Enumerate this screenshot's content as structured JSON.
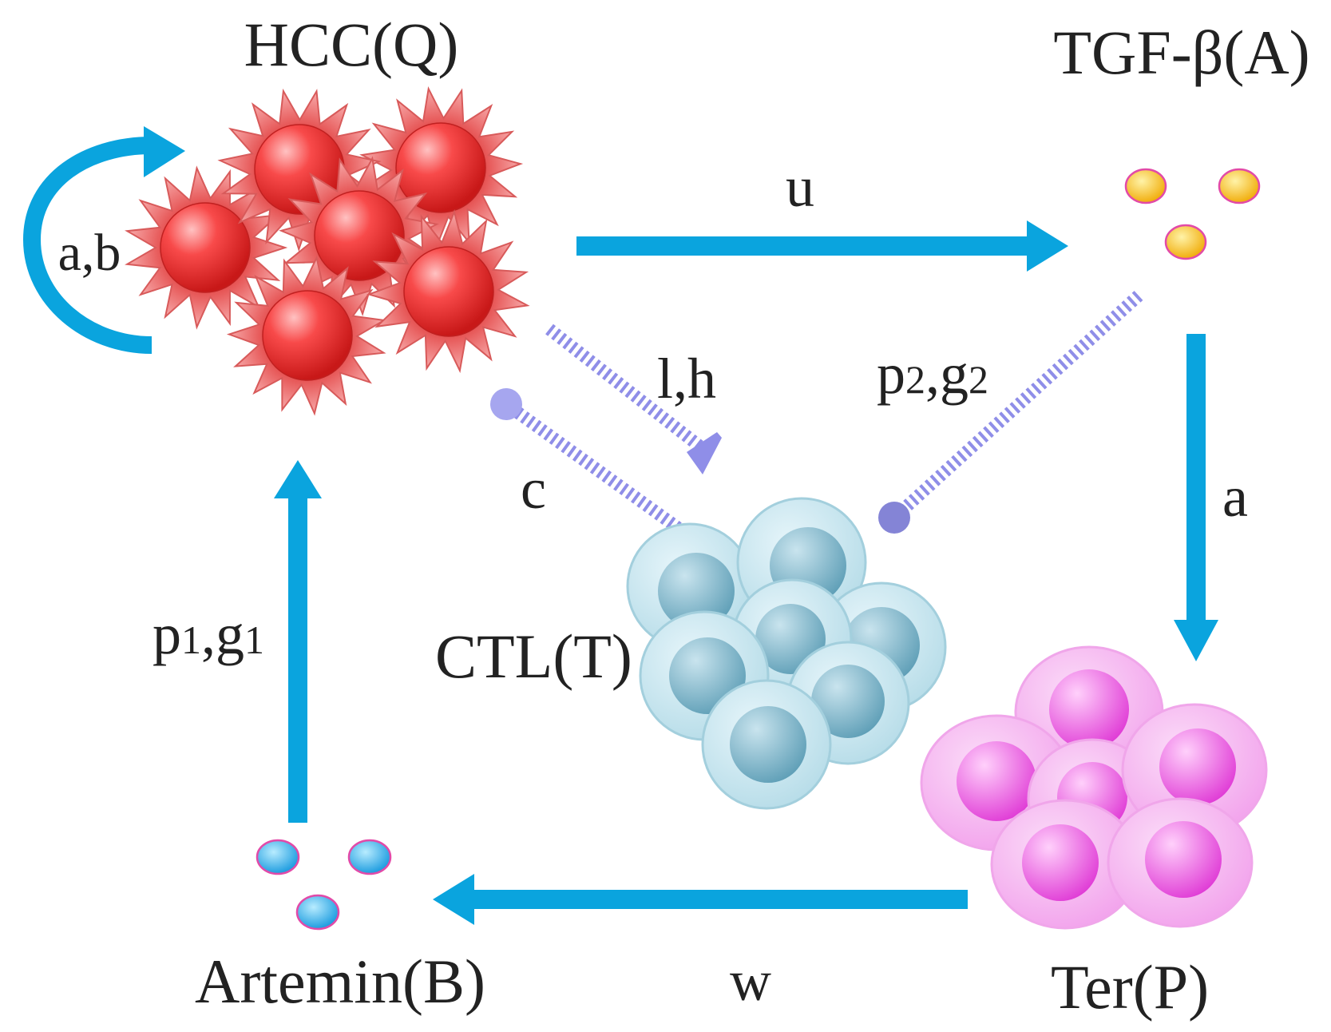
{
  "labels": {
    "hcc": "HCC(Q)",
    "tgf": "TGF-β(A)",
    "ctl": "CTL(T)",
    "ter": "Ter(P)",
    "artemin": "Artemin(B)"
  },
  "edges": {
    "self_loop": "a,b",
    "hcc_to_tgf": "u",
    "tgf_to_ter": "a",
    "ter_to_artemin": "w",
    "hcc_to_ctl": "l,h",
    "ctl_inhibits_hcc": "c",
    "artemin_to_hcc": {
      "p": "p",
      "p_sub": "1",
      "sep": ",",
      "g": "g",
      "g_sub": "1"
    },
    "tgf_inhibits_ctl": {
      "p": "p",
      "p_sub": "2",
      "sep": ",",
      "g": "g",
      "g_sub": "2"
    }
  },
  "colors": {
    "arrow_blue": "#0aa4de",
    "dashed_purple": "#8f8ee8",
    "hcc_red": "#f23838",
    "ctl_blue": "#a9d3e0",
    "ter_pink": "#ee7ce6",
    "tgf_yellow": "#f6b800",
    "artemin_blue": "#2fb4f0"
  },
  "icons": {
    "hcc": "spiky-tumor-cell-cluster-icon",
    "ctl": "lymphocyte-cluster-icon",
    "ter": "regulatory-cell-cluster-icon",
    "tgf": "cytokine-dots-icon",
    "artemin": "cytokine-dots-icon"
  }
}
